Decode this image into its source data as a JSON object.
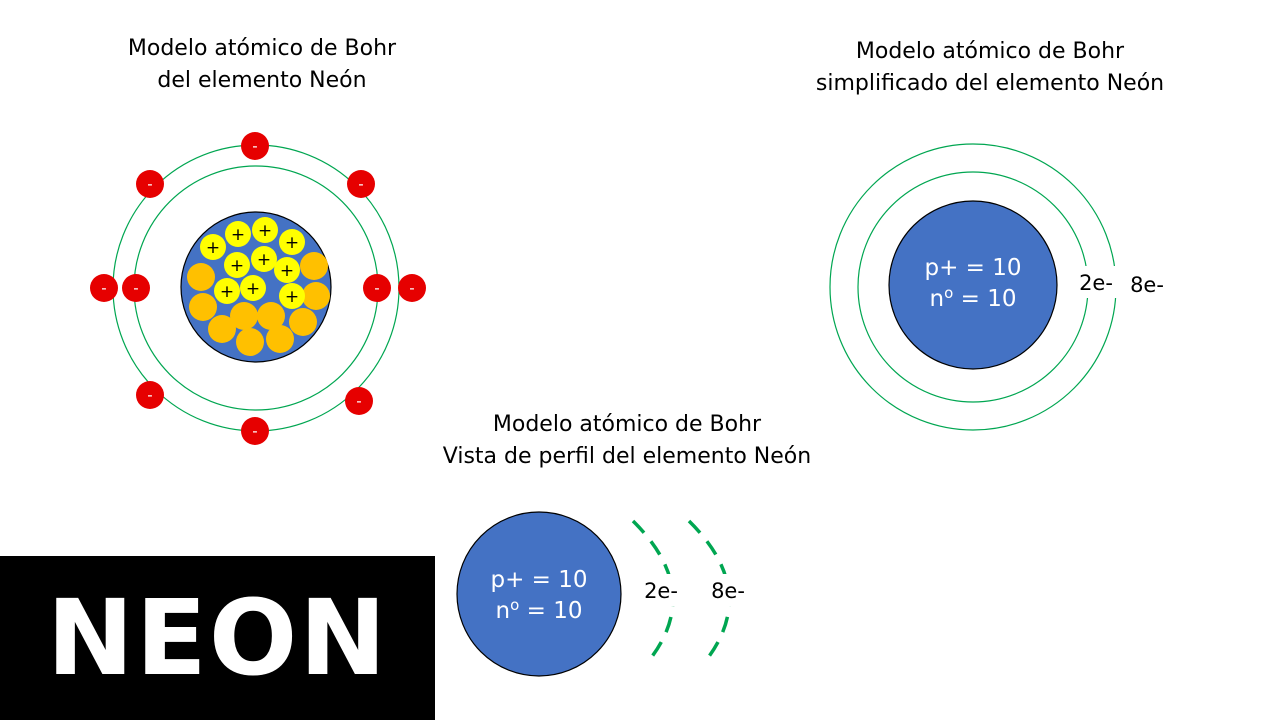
{
  "diagrams": {
    "full_model": {
      "title_lines": [
        "Modelo atómico de Bohr",
        "del elemento Neón"
      ],
      "proton_symbol": "+",
      "electron_symbol": "-",
      "proton_count": 10,
      "neutron_count": 10,
      "electron_count": 10
    },
    "simplified_model": {
      "title_lines": [
        "Modelo atómico de Bohr",
        "simplificado del elemento Neón"
      ],
      "nucleus_line1": "p+ = 10",
      "nucleus_line2_base": "n",
      "nucleus_line2_sup": "o",
      "nucleus_line2_rest": " = 10",
      "shell1_label": "2e-",
      "shell2_label": "8e-"
    },
    "profile_model": {
      "title_lines": [
        "Modelo atómico de Bohr",
        "Vista de perfil del elemento Neón"
      ],
      "nucleus_line1": "p+ = 10",
      "nucleus_line2_base": "n",
      "nucleus_line2_sup": "o",
      "nucleus_line2_rest": " = 10",
      "shell1_label": "2e-",
      "shell2_label": "8e-"
    }
  },
  "banner": {
    "text": "NEON"
  },
  "colors": {
    "nucleus_blue": "#4472c4",
    "orbit_green": "#00a651",
    "electron_red": "#e60000",
    "proton_yellow": "#ffff00",
    "neutron_orange": "#ffc000"
  }
}
